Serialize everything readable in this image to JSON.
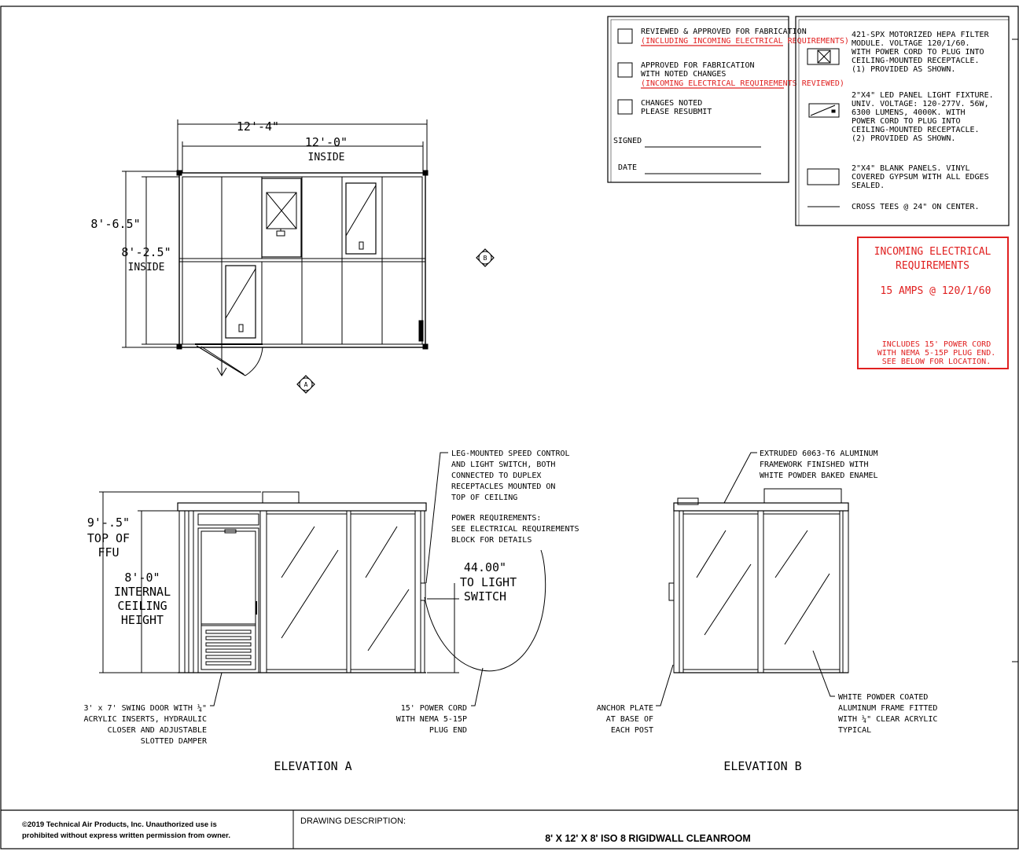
{
  "plan": {
    "outside_width": "12'-4\"",
    "inside_width": "12'-0\"",
    "inside_width_note": "INSIDE",
    "outside_depth": "8'-6.5\"",
    "inside_depth": "8'-2.5\"",
    "inside_depth_note": "INSIDE",
    "marker_a": "A",
    "marker_b": "B"
  },
  "approval": {
    "options": [
      {
        "line1": "REVIEWED & APPROVED FOR FABRICATION",
        "line2": "(INCLUDING INCOMING ELECTRICAL REQUIREMENTS)",
        "line3": ""
      },
      {
        "line1": "APPROVED FOR FABRICATION",
        "line2": "WITH NOTED CHANGES",
        "line3": "(INCOMING ELECTRICAL REQUIREMENTS REVIEWED)"
      },
      {
        "line1": "CHANGES NOTED",
        "line2": "PLEASE RESUBMIT",
        "line3": ""
      }
    ],
    "signed_label": "SIGNED",
    "date_label": "DATE"
  },
  "legend": [
    {
      "icon": "hepa-filter-icon",
      "lines": [
        "421-SPX MOTORIZED HEPA FILTER",
        "MODULE. VOLTAGE 120/1/60.",
        "WITH POWER CORD TO PLUG INTO",
        "CEILING-MOUNTED RECEPTACLE.",
        "(1) PROVIDED AS SHOWN."
      ]
    },
    {
      "icon": "led-light-fixture-icon",
      "lines": [
        "2\"X4\" LED PANEL LIGHT FIXTURE.",
        "UNIV. VOLTAGE: 120-277V.  56W,",
        "6300 LUMENS, 4000K. WITH",
        "POWER CORD TO PLUG INTO",
        "CEILING-MOUNTED RECEPTACLE.",
        "(2) PROVIDED AS SHOWN."
      ]
    },
    {
      "icon": "blank-panel-icon",
      "lines": [
        "2\"X4\" BLANK PANELS. VINYL",
        "COVERED GYPSUM WITH ALL EDGES",
        "SEALED."
      ]
    },
    {
      "icon": "cross-tee-line-icon",
      "lines": [
        "CROSS TEES @ 24\" ON CENTER."
      ]
    }
  ],
  "electrical": {
    "title_1": "INCOMING ELECTRICAL",
    "title_2": "REQUIREMENTS",
    "rating": "15 AMPS @ 120/1/60",
    "note": [
      "INCLUDES 15' POWER CORD",
      "WITH NEMA 5-15P PLUG END.",
      "SEE BELOW FOR LOCATION."
    ]
  },
  "elevation_a": {
    "title": "ELEVATION A",
    "height_ffu": [
      "9'-.5\"",
      "TOP OF",
      "FFU"
    ],
    "height_internal": [
      "8'-0\"",
      "INTERNAL",
      "CEILING",
      "HEIGHT"
    ],
    "speed_control_note": [
      "LEG-MOUNTED SPEED CONTROL",
      "AND LIGHT SWITCH, BOTH",
      "CONNECTED TO DUPLEX",
      "RECEPTACLES MOUNTED ON",
      "TOP OF CEILING"
    ],
    "power_note": [
      "POWER REQUIREMENTS:",
      "SEE ELECTRICAL REQUIREMENTS",
      "BLOCK FOR DETAILS"
    ],
    "switch_height": [
      "44.00\"",
      "TO LIGHT",
      "SWITCH"
    ],
    "door_note": [
      "3' x 7' SWING DOOR WITH ¼\"",
      "ACRYLIC INSERTS, HYDRAULIC",
      "CLOSER AND ADJUSTABLE",
      "SLOTTED DAMPER"
    ],
    "cord_note": [
      "15' POWER CORD",
      "WITH NEMA 5-15P",
      "PLUG END"
    ]
  },
  "elevation_b": {
    "title": "ELEVATION B",
    "frame_note": [
      "EXTRUDED 6063-T6 ALUMINUM",
      "FRAMEWORK FINISHED WITH",
      "WHITE POWDER BAKED ENAMEL"
    ],
    "anchor_note": [
      "ANCHOR PLATE",
      "AT BASE OF",
      "EACH POST"
    ],
    "panel_note": [
      "WHITE POWDER COATED",
      "ALUMINUM FRAME FITTED",
      "WITH ¼\" CLEAR ACRYLIC",
      "TYPICAL"
    ]
  },
  "title_block": {
    "copyright_1": "©2019 Technical Air Products, Inc.  Unauthorized use is",
    "copyright_2": "prohibited without express written permission from owner.",
    "description_label": "DRAWING DESCRIPTION:",
    "description": "8' X 12' X 8' ISO 8 RIGIDWALL CLEANROOM"
  },
  "colors": {
    "line": "#000000",
    "red": "#e02020"
  }
}
